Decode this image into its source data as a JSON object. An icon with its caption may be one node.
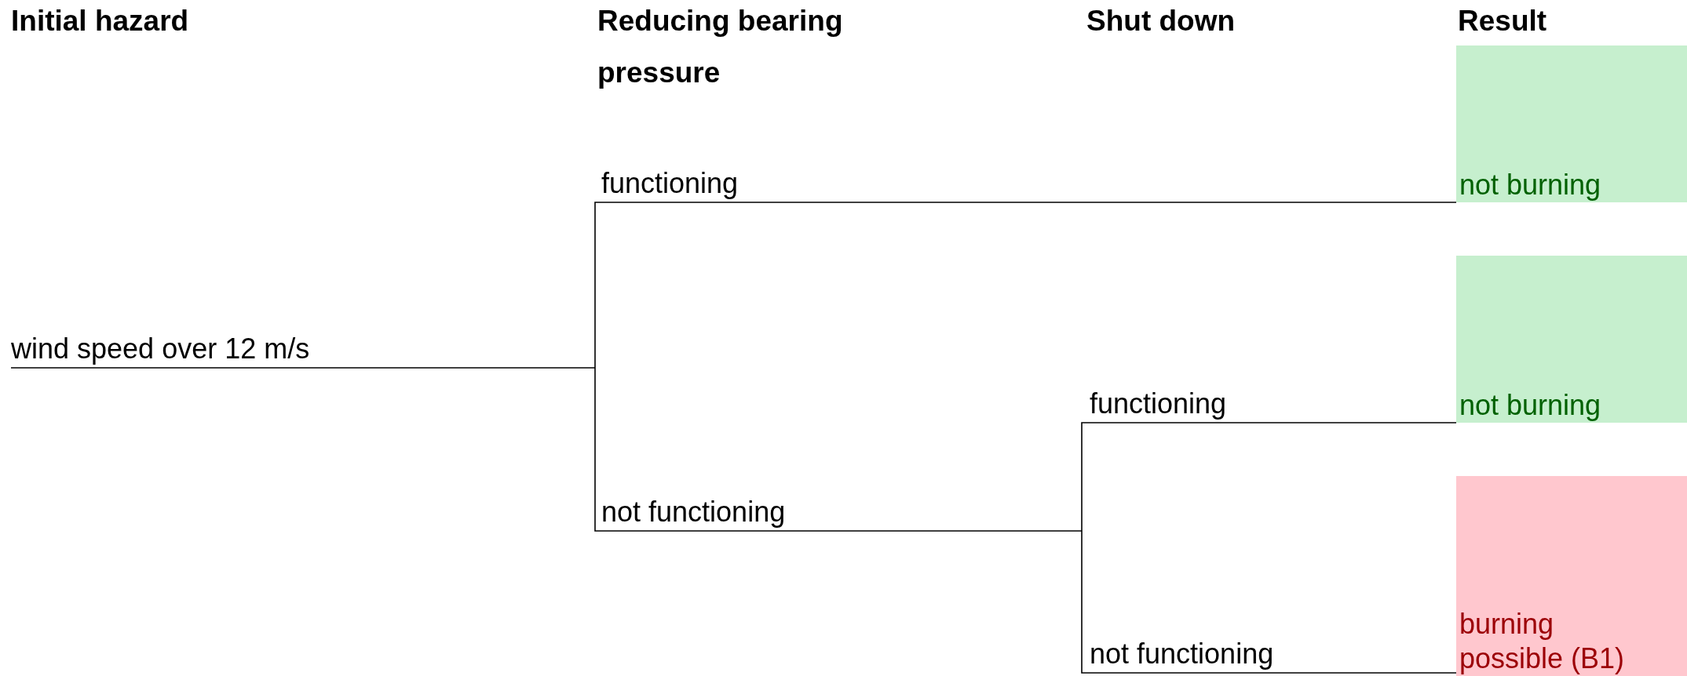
{
  "diagram": {
    "nodes": [
      {
        "text": [
          "wind speed over 12 m/s"
        ]
      },
      {
        "text": [
          "functioning"
        ]
      },
      {
        "text": [
          "not functioning"
        ]
      },
      {
        "text": [
          "functioning"
        ]
      },
      {
        "text": [
          "not functioning"
        ]
      },
      {
        "text": [
          "not burning"
        ]
      },
      {
        "text": [
          "not burning"
        ]
      },
      {
        "text": [
          "burning possible (B1)"
        ]
      }
    ],
    "edges": [
      {
        "from": 0,
        "to": 1,
        "arrow": "none"
      },
      {
        "from": 0,
        "to": 2,
        "arrow": "none"
      },
      {
        "from": 1,
        "to": 5,
        "arrow": "none"
      },
      {
        "from": 2,
        "to": 3,
        "arrow": "none"
      },
      {
        "from": 2,
        "to": 4,
        "arrow": "none"
      },
      {
        "from": 3,
        "to": 6,
        "arrow": "none"
      },
      {
        "from": 4,
        "to": 7,
        "arrow": "none"
      }
    ],
    "labels": [
      "Initial hazard",
      "Reducing bearing pressure",
      "Shut down",
      "Result"
    ]
  }
}
